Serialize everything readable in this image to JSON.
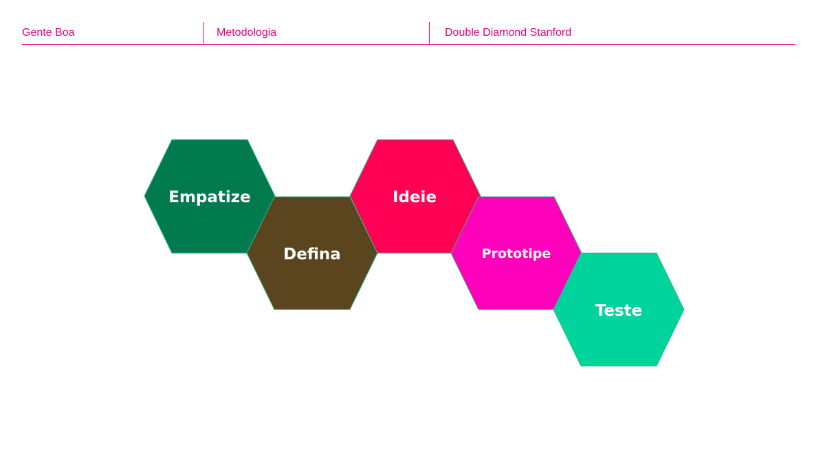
{
  "header": {
    "brand": "Gente Boa",
    "section": "Metodologia",
    "topic": "Double Diamond Stanford"
  },
  "diagram": {
    "steps": [
      {
        "label": "Empatize",
        "color": "#007a4e"
      },
      {
        "label": "Defina",
        "color": "#5b451e"
      },
      {
        "label": "Ideie",
        "color": "#ff0055"
      },
      {
        "label": "Prototipe",
        "color": "#ff00bb"
      },
      {
        "label": "Teste",
        "color": "#00d39c"
      }
    ]
  }
}
